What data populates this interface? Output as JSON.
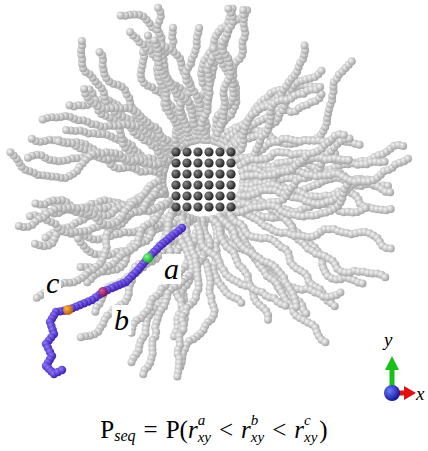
{
  "diagram": {
    "labels": [
      "a",
      "b",
      "c",
      "y",
      "x",
      "P",
      "seq",
      "=",
      "P(",
      "r",
      "a",
      "xy",
      "<",
      "r",
      "b",
      "xy",
      "<",
      "r",
      "c",
      "xy",
      ")"
    ]
  }
}
